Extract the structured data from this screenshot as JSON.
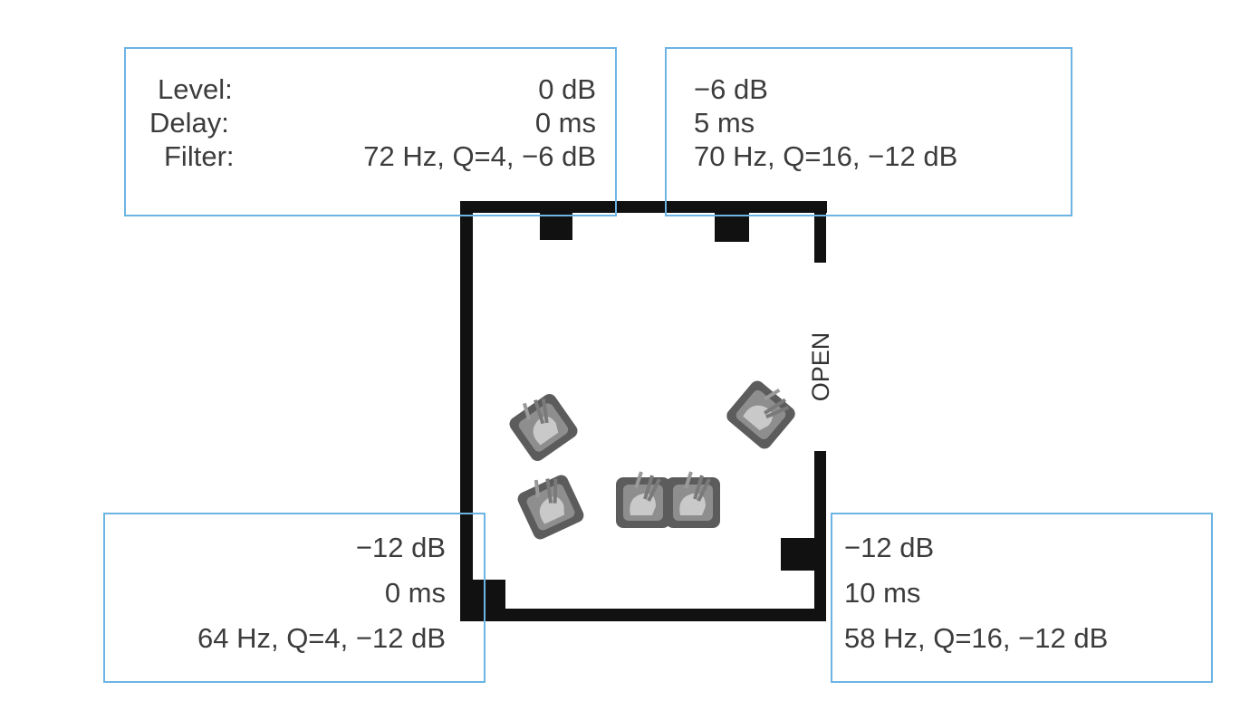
{
  "speakers": {
    "front_left": {
      "labels": {
        "level": "Level:",
        "delay": "Delay:",
        "filter": "Filter:"
      },
      "level": "0 dB",
      "delay": "0 ms",
      "filter": "72 Hz, Q=4, −6 dB"
    },
    "front_right": {
      "level": "−6 dB",
      "delay": "5 ms",
      "filter": "70 Hz, Q=16, −12 dB"
    },
    "rear_left": {
      "level": "−12 dB",
      "delay": "0 ms",
      "filter": "64 Hz, Q=4, −12 dB"
    },
    "rear_right": {
      "level": "−12 dB",
      "delay": "10 ms",
      "filter": "58 Hz, Q=16, −12 dB"
    }
  },
  "room": {
    "open_label": "OPEN"
  },
  "colors": {
    "box_border": "#6cb4e4",
    "wall": "#111111",
    "text": "#3c3c3c",
    "seat": "#6a6a6a"
  },
  "icons": [
    "speaker-icon",
    "armchair-icon"
  ]
}
